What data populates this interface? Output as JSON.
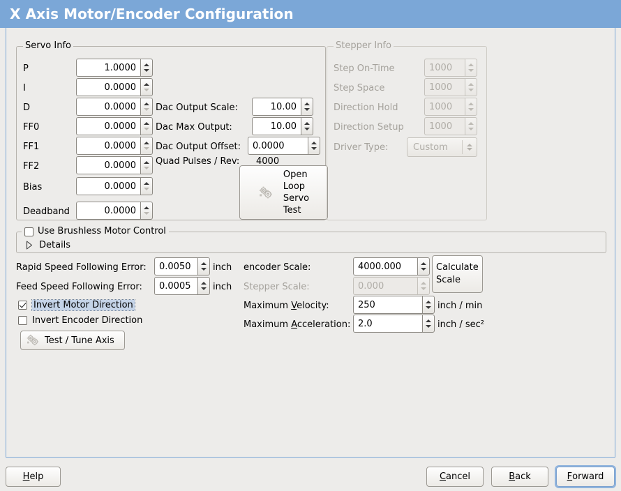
{
  "window": {
    "title": "X Axis Motor/Encoder Configuration",
    "header_color": "#7ba7d7",
    "background_color": "#edecea",
    "focus_color": "#8fb3dd"
  },
  "servo_info": {
    "legend": "Servo Info",
    "fields": [
      {
        "label": "P",
        "value": "1.0000"
      },
      {
        "label": "I",
        "value": "0.0000"
      },
      {
        "label": "D",
        "value": "0.0000"
      },
      {
        "label": "FF0",
        "value": "0.0000"
      },
      {
        "label": "FF1",
        "value": "0.0000"
      },
      {
        "label": "FF2",
        "value": "0.0000"
      },
      {
        "label": "Bias",
        "value": "0.0000"
      },
      {
        "label": "Deadband",
        "value": "0.0000"
      }
    ],
    "dac": [
      {
        "label": "Dac Output Scale:",
        "value": "10.00"
      },
      {
        "label": "Dac Max Output:",
        "value": "10.00"
      },
      {
        "label": "Dac Output Offset:",
        "value": "0.0000"
      }
    ],
    "quad_pulses": {
      "label": "Quad Pulses / Rev:",
      "value": "4000"
    },
    "open_loop_button": {
      "line1": "Open",
      "line2": "Loop",
      "line3": "Servo",
      "line4": "Test",
      "icon": "gears-icon"
    }
  },
  "stepper_info": {
    "legend": "Stepper Info",
    "enabled": false,
    "fields": [
      {
        "label": "Step On-Time",
        "value": "1000"
      },
      {
        "label": "Step Space",
        "value": "1000"
      },
      {
        "label": "Direction Hold",
        "value": "1000"
      },
      {
        "label": "Direction Setup",
        "value": "1000"
      }
    ],
    "driver_type": {
      "label": "Driver Type:",
      "value": "Custom"
    }
  },
  "brushless": {
    "legend": "Use Brushless Motor Control",
    "checked": false,
    "expander_label": "Details",
    "expanded": false
  },
  "tuning": {
    "rapid_following_error": {
      "label": "Rapid Speed Following Error:",
      "value": "0.0050",
      "unit": "inch"
    },
    "feed_following_error": {
      "label": "Feed Speed Following Error:",
      "value": "0.0005",
      "unit": "inch"
    },
    "invert_motor": {
      "label": "Invert Motor Direction",
      "checked": true,
      "focused": true
    },
    "invert_encoder": {
      "label": "Invert Encoder Direction",
      "checked": false,
      "focused": false
    },
    "test_tune_button": {
      "label": "Test / Tune Axis",
      "icon": "gears-icon"
    }
  },
  "scales": {
    "encoder_scale": {
      "label": "encoder Scale:",
      "value": "4000.000",
      "enabled": true
    },
    "stepper_scale": {
      "label": "Stepper Scale:",
      "value": "0.000",
      "enabled": false
    },
    "max_velocity": {
      "label_pre": "Maximum ",
      "label_mn": "V",
      "label_post": "elocity:",
      "value": "250",
      "unit": "inch / min"
    },
    "max_accel": {
      "label_pre": "Maximum ",
      "label_mn": "A",
      "label_post": "cceleration:",
      "value": "2.0",
      "unit": "inch / sec²"
    },
    "calculate_button": {
      "line1": "Calculate",
      "line2": "Scale"
    }
  },
  "actions": {
    "help": {
      "mn": "H",
      "rest": "elp"
    },
    "cancel": {
      "mn": "C",
      "rest": "ancel"
    },
    "back": {
      "mn": "B",
      "rest": "ack"
    },
    "forward": {
      "mn": "F",
      "rest": "orward",
      "focused": true
    }
  }
}
